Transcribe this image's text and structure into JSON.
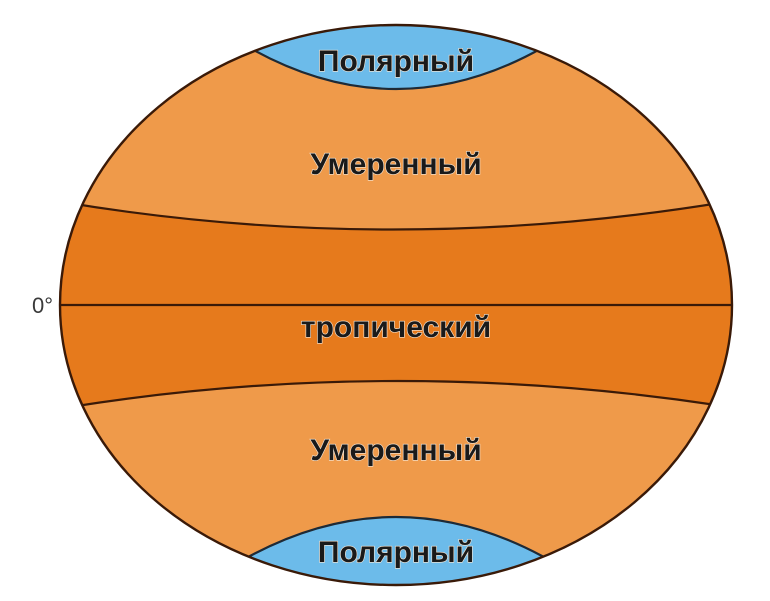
{
  "diagram": {
    "type": "climate-zones",
    "equator_label": "0°",
    "zones": [
      {
        "id": "polar-north",
        "label": "Полярный",
        "color": "#6cbbea"
      },
      {
        "id": "temperate-north",
        "label": "Умеренный",
        "color": "#ef9a4a"
      },
      {
        "id": "tropical",
        "label": "тропический",
        "color": "#e67a1c"
      },
      {
        "id": "temperate-south",
        "label": "Умеренный",
        "color": "#ef9a4a"
      },
      {
        "id": "polar-south",
        "label": "Полярный",
        "color": "#6cbbea"
      }
    ],
    "outline_color": "#3a1a08"
  }
}
